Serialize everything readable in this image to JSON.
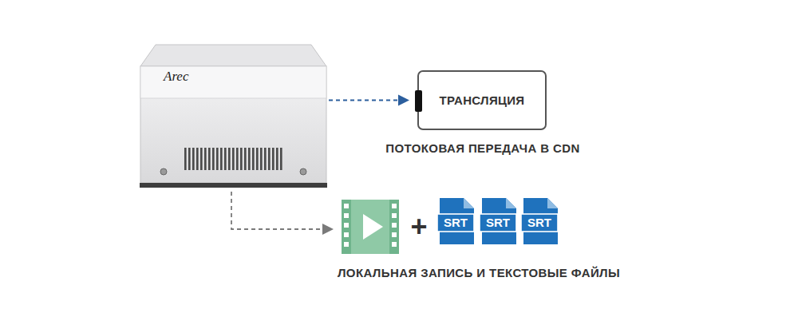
{
  "diagram": {
    "nodes": [
      {
        "text": [
          "Arec"
        ]
      },
      {
        "text": [
          "ТРАНСЛЯЦИЯ"
        ]
      },
      {
        "text": [
          "SRT"
        ]
      },
      {
        "text": [
          "SRT"
        ]
      },
      {
        "text": [
          "SRT"
        ]
      }
    ],
    "edges": [
      {
        "from": 0,
        "to": 1,
        "arrow": "to"
      }
    ],
    "labels": [
      "ПОТОКОВАЯ ПЕРЕДАЧА В CDN",
      "+",
      "ЛОКАЛЬНАЯ ЗАПИСЬ И ТЕКСТОВЫЕ ФАЙЛЫ"
    ]
  }
}
